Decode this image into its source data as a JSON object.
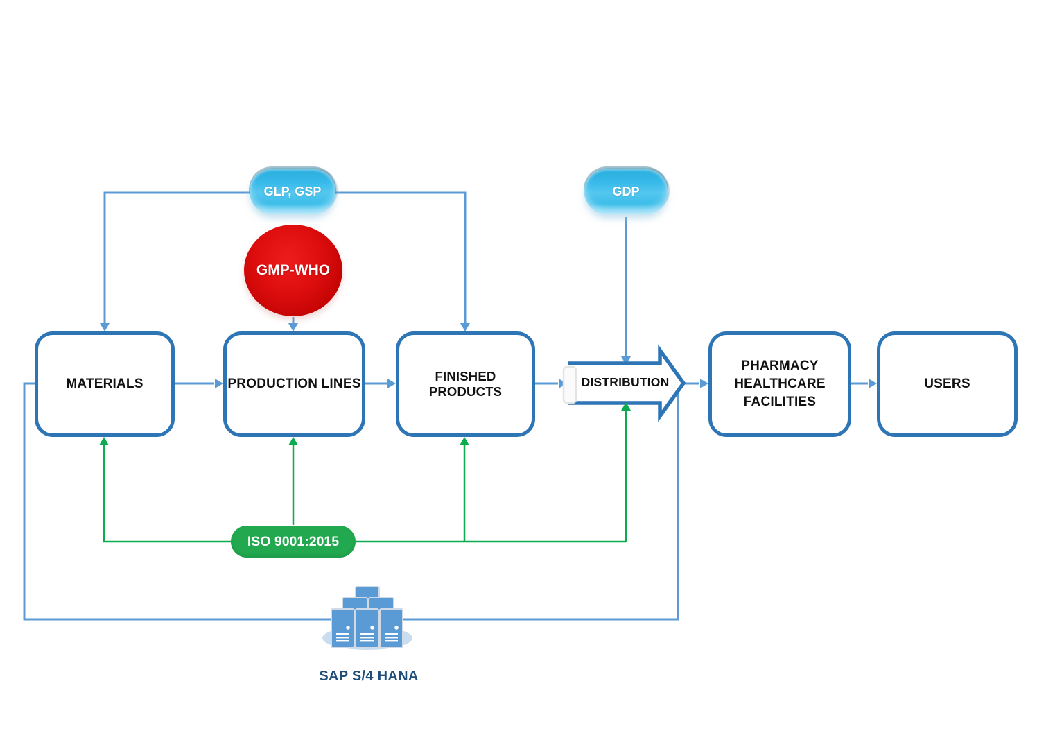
{
  "diagram": {
    "title_hint": "Pharmaceutical supply chain quality-standards flow",
    "nodes": {
      "materials": {
        "label": "MATERIALS"
      },
      "production_lines": {
        "label": "PRODUCTION LINES"
      },
      "finished_products": {
        "label": "FINISHED PRODUCTS"
      },
      "distribution": {
        "label": "DISTRIBUTION"
      },
      "pharmacy": {
        "lines": [
          "PHARMACY",
          "HEALTHCARE",
          "FACILITIES"
        ]
      },
      "users": {
        "label": "USERS"
      }
    },
    "badges": {
      "glp_gsp": {
        "label": "GLP, GSP",
        "style": "glossy-cyan-pill"
      },
      "gdp": {
        "label": "GDP",
        "style": "glossy-cyan-pill"
      },
      "gmp_who": {
        "label": "GMP-WHO",
        "style": "red-ellipse"
      },
      "iso": {
        "label": "ISO 9001:2015",
        "style": "flat-green-pill"
      }
    },
    "system": {
      "label": "SAP S/4 HANA",
      "icon": "server-cluster-icon"
    },
    "edges": [
      {
        "from": "GLP, GSP",
        "to": "MATERIALS",
        "color": "blue"
      },
      {
        "from": "GLP, GSP",
        "to": "FINISHED PRODUCTS",
        "color": "blue"
      },
      {
        "from": "GMP-WHO",
        "to": "PRODUCTION LINES",
        "color": "blue"
      },
      {
        "from": "GDP",
        "to": "DISTRIBUTION",
        "color": "blue"
      },
      {
        "from": "MATERIALS",
        "to": "PRODUCTION LINES",
        "color": "blue"
      },
      {
        "from": "PRODUCTION LINES",
        "to": "FINISHED PRODUCTS",
        "color": "blue"
      },
      {
        "from": "FINISHED PRODUCTS",
        "to": "DISTRIBUTION",
        "color": "blue"
      },
      {
        "from": "DISTRIBUTION",
        "to": "PHARMACY HEALTHCARE FACILITIES",
        "color": "blue"
      },
      {
        "from": "PHARMACY HEALTHCARE FACILITIES",
        "to": "USERS",
        "color": "blue"
      },
      {
        "from": "ISO 9001:2015",
        "to": "MATERIALS",
        "color": "green"
      },
      {
        "from": "ISO 9001:2015",
        "to": "PRODUCTION LINES",
        "color": "green"
      },
      {
        "from": "ISO 9001:2015",
        "to": "FINISHED PRODUCTS",
        "color": "green"
      },
      {
        "from": "ISO 9001:2015",
        "to": "DISTRIBUTION",
        "color": "green"
      },
      {
        "from": "SAP S/4 HANA",
        "to": "MATERIALS",
        "color": "blue"
      },
      {
        "from": "SAP S/4 HANA",
        "to": "DISTRIBUTION",
        "color": "blue"
      }
    ],
    "colors": {
      "node_border": "#2E75B6",
      "connector_blue": "#5B9BD5",
      "connector_green": "#0CAB50",
      "badge_green": "#22A94F",
      "badge_cyan": "#3BBDEA",
      "badge_red": "#C60404",
      "sap_text": "#1F4E79",
      "sap_icon": "#5B9BD5"
    }
  }
}
